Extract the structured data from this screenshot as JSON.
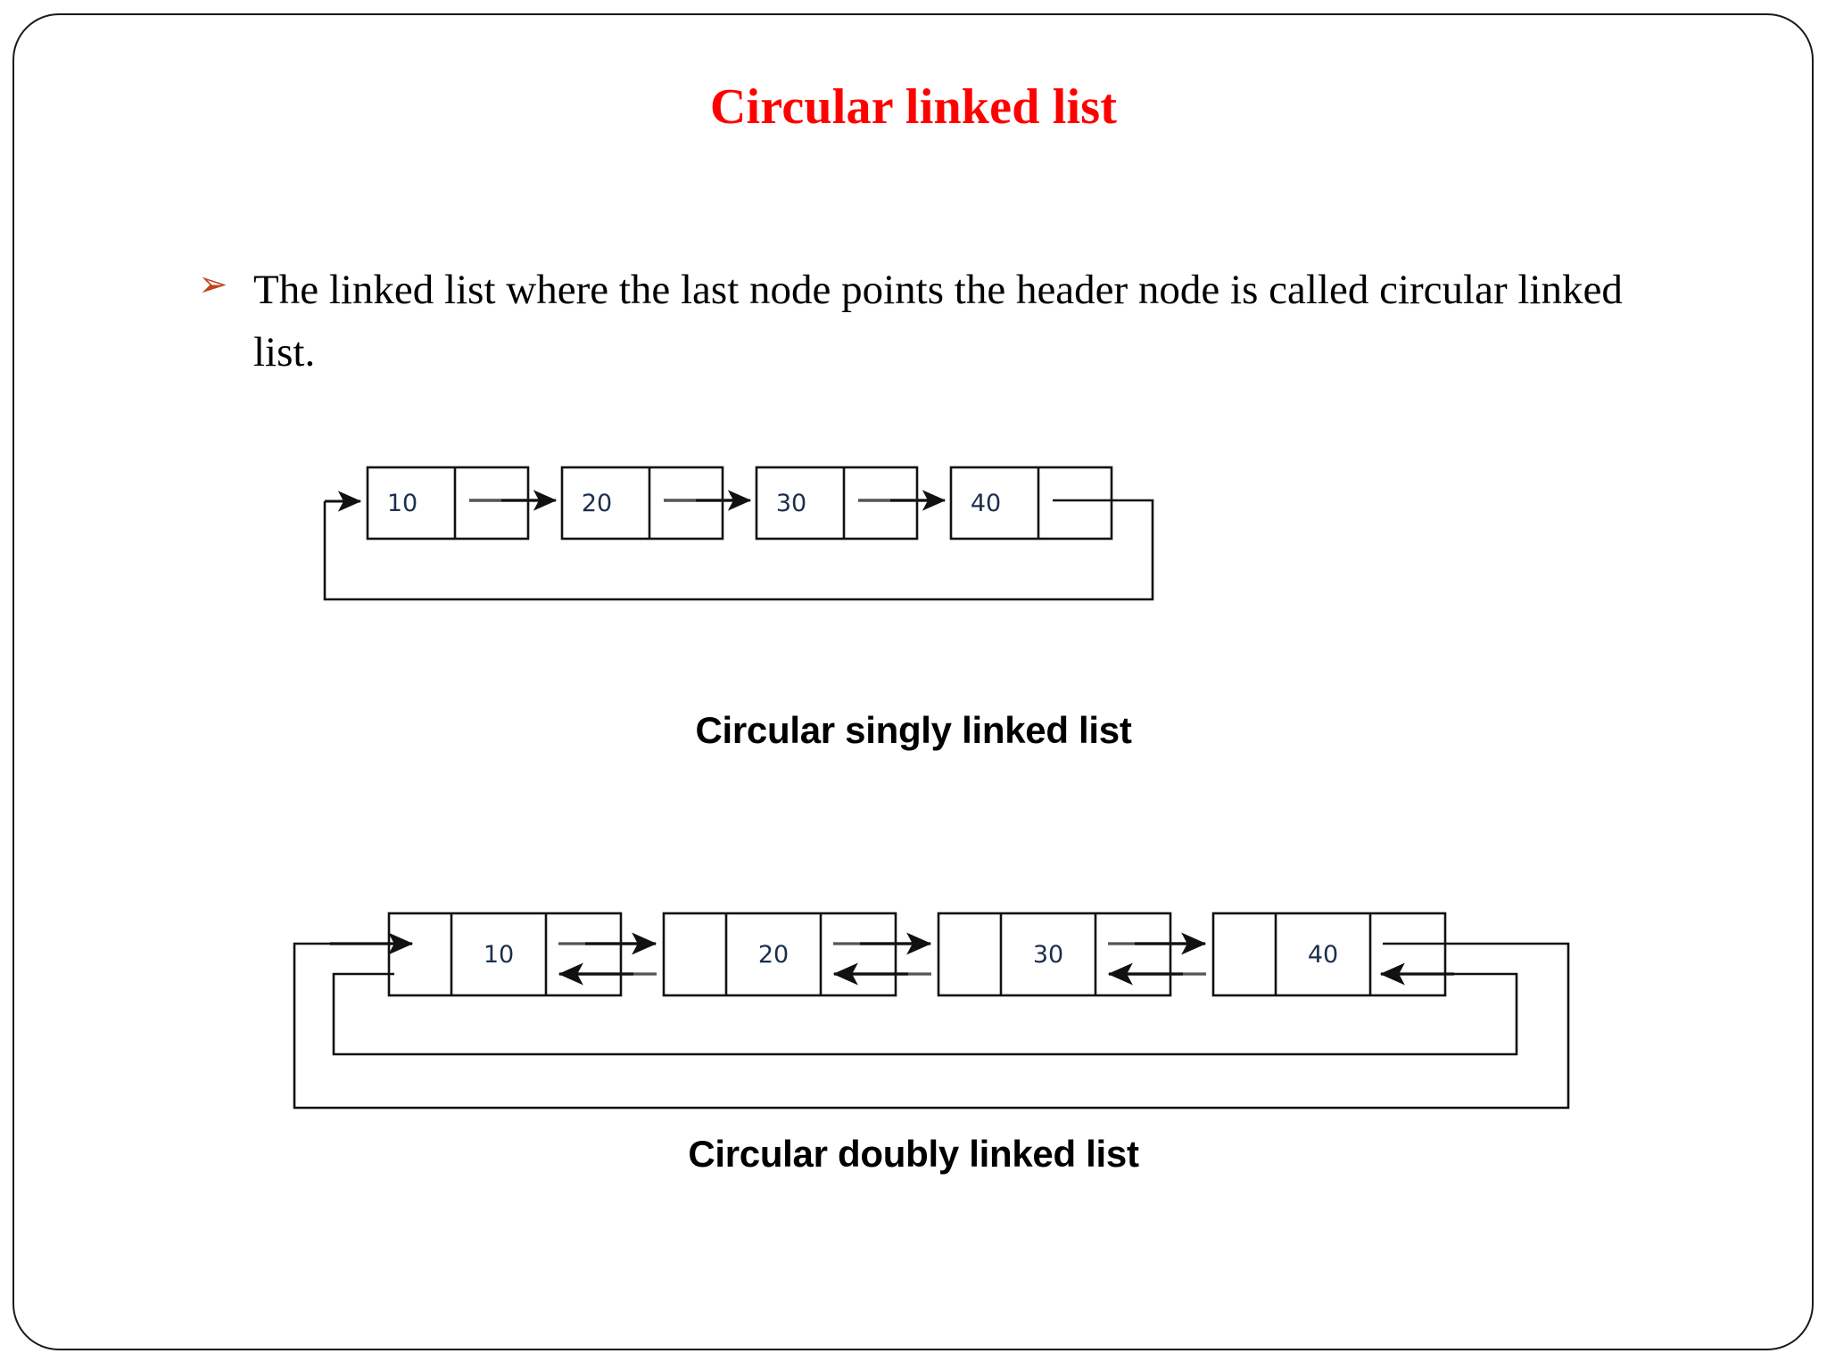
{
  "slide": {
    "title": "Circular linked list",
    "title_color": "#ff0000",
    "border_color": "#1a1a1a",
    "background": "#ffffff"
  },
  "bullets": [
    {
      "marker": "➢",
      "marker_color": "#c0441a",
      "text": "The linked list where the last node points the header node is called circular linked list."
    }
  ],
  "diagrams": [
    {
      "id": "circular-singly-linked-list",
      "caption": "Circular singly linked list",
      "kind": "singly",
      "node_cells": [
        "data",
        "next"
      ],
      "nodes": [
        {
          "value": "10"
        },
        {
          "value": "20"
        },
        {
          "value": "30"
        },
        {
          "value": "40"
        }
      ],
      "loop_note": "last node next pointer wraps around to first node"
    },
    {
      "id": "circular-doubly-linked-list",
      "caption": "Circular doubly linked list",
      "kind": "doubly",
      "node_cells": [
        "prev",
        "data",
        "next"
      ],
      "nodes": [
        {
          "value": "10"
        },
        {
          "value": "20"
        },
        {
          "value": "30"
        },
        {
          "value": "40"
        }
      ],
      "loop_note": "last node next wraps to first node and first node prev wraps to last node"
    }
  ]
}
